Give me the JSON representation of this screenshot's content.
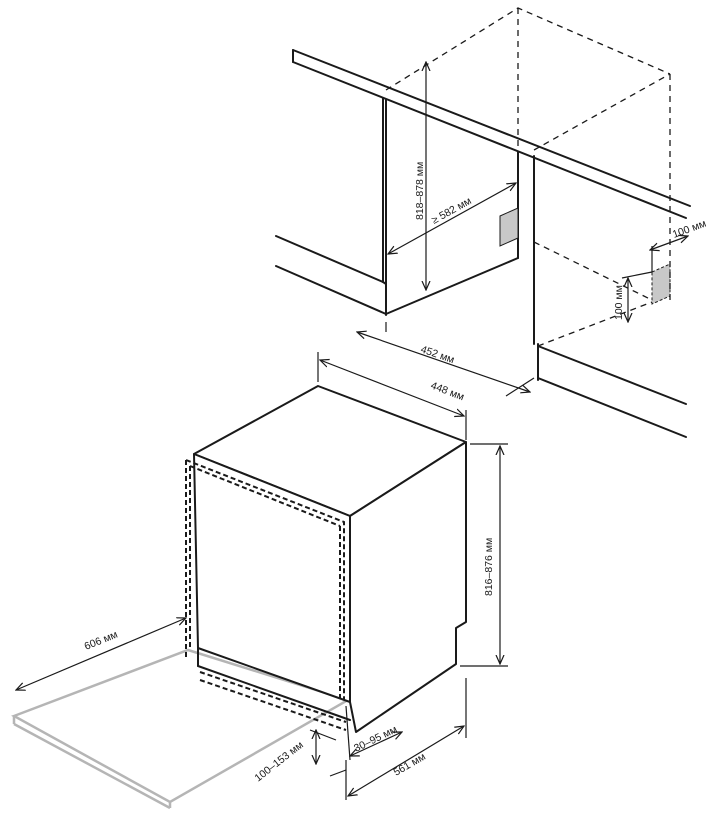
{
  "dimensions": {
    "niche_height": "818–878 мм",
    "niche_depth": "≥ 582 мм",
    "socket_width": "100 мм",
    "socket_height": "100 мм",
    "niche_width": "452 мм",
    "appliance_width": "448 мм",
    "appliance_height": "816–876 мм",
    "door_open_depth": "606 мм",
    "plinth_height": "100–153 мм",
    "plinth_depth": "30–95 мм",
    "appliance_depth": "561 мм"
  }
}
